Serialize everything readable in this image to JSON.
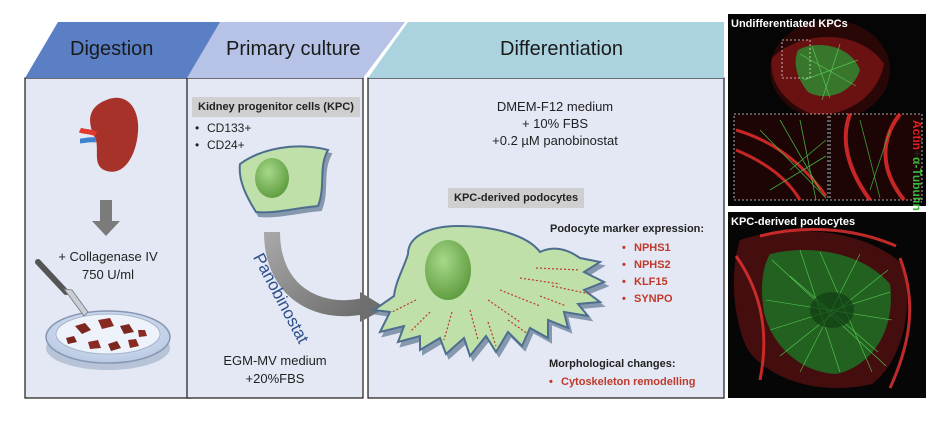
{
  "stages": {
    "digestion": {
      "title": "Digestion",
      "enzyme": "+ Collagenase IV",
      "concentration": "750 U/ml"
    },
    "primary": {
      "title": "Primary culture",
      "cell_label": "Kidney progenitor cells (KPC)",
      "markers": [
        "CD133+",
        "CD24+"
      ],
      "medium": "EGM-MV medium",
      "supplement": "+20%FBS"
    },
    "differentiation": {
      "title": "Differentiation",
      "medium_lines": [
        "DMEM-F12 medium",
        "+ 10% FBS",
        "+0.2 µM panobinostat"
      ],
      "cell_label": "KPC-derived podocytes",
      "marker_heading": "Podocyte marker expression:",
      "markers": [
        "NPHS1",
        "NPHS2",
        "KLF15",
        "SYNPO"
      ],
      "morph_heading": "Morphological changes:",
      "morph_items": [
        "Cytoskeleton remodelling"
      ]
    }
  },
  "arrow_label": "Panobinostat",
  "micrographs": {
    "top_label": "Undifferentiated KPCs",
    "bottom_label": "KPC-derived podocytes",
    "stain_actin": "Actin",
    "stain_plus": "+",
    "stain_tubulin": "α-Tubulin"
  },
  "colors": {
    "digestion_header": "#5b7fc4",
    "primary_header": "#b6c3e6",
    "differentiation_header": "#aad3df",
    "panel_bg": "#e3e8f4",
    "cell_fill": "#bfe0a8",
    "nucleus": "#78b157",
    "kidney": "#a7322a",
    "marker_red": "#c0392b",
    "actin": "#e02020",
    "tubulin": "#36b83a"
  }
}
